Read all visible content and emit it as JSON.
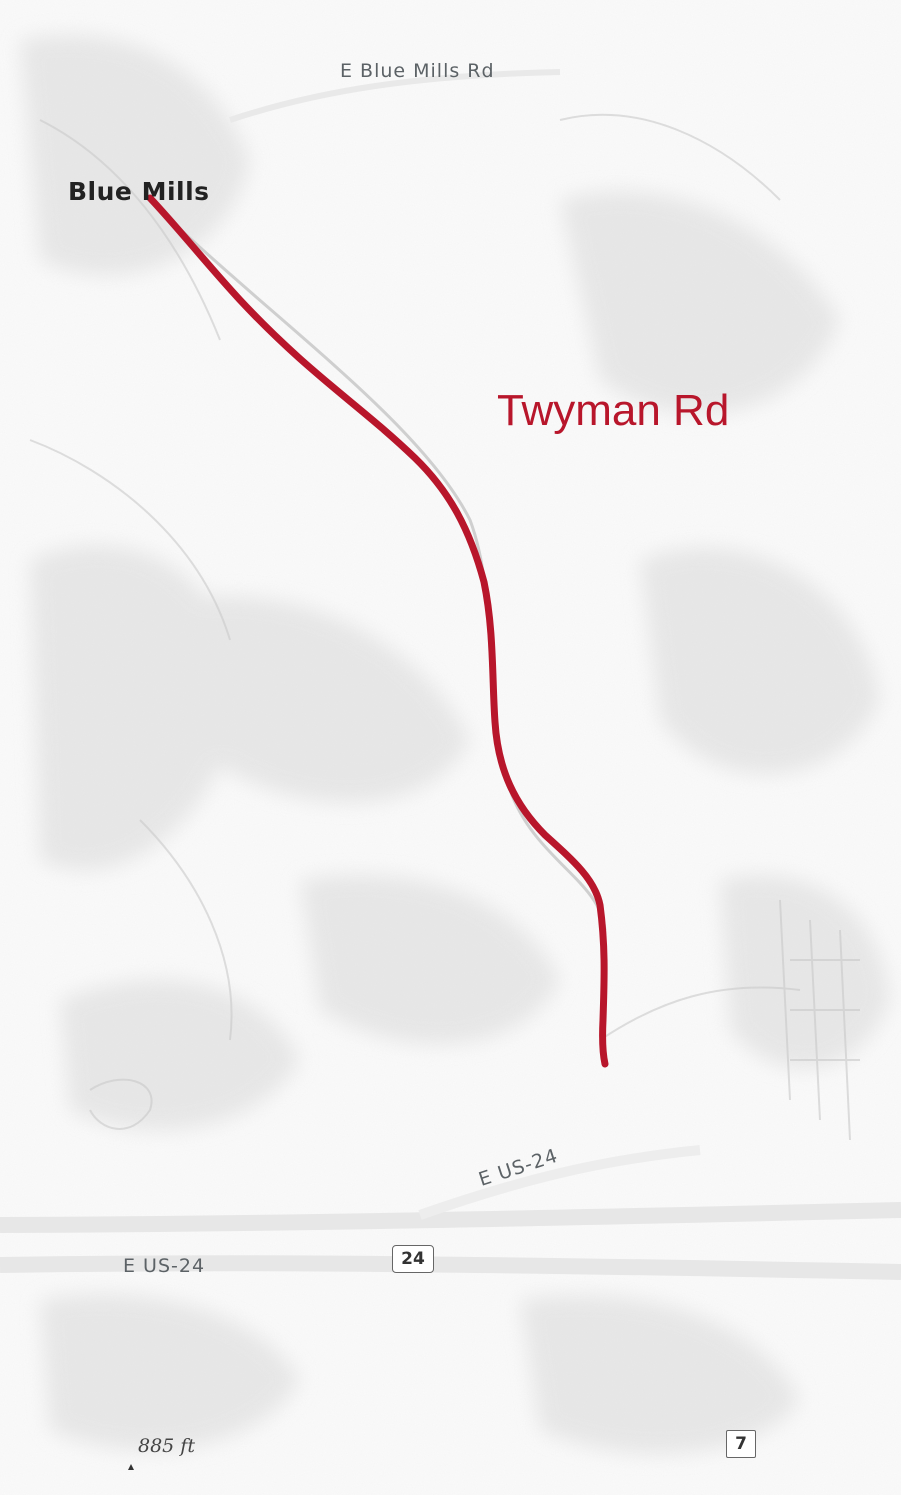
{
  "map": {
    "place_name": "Blue Mills",
    "highlight_label": "Twyman Rd",
    "highlight_color": "#b8162b",
    "roads": {
      "top": "E Blue Mills Rd",
      "us24_lower": "E US-24",
      "us24_diag": "E US-24"
    },
    "shields": {
      "us24": "24",
      "state7": "7"
    },
    "elevation": "885 ft"
  }
}
